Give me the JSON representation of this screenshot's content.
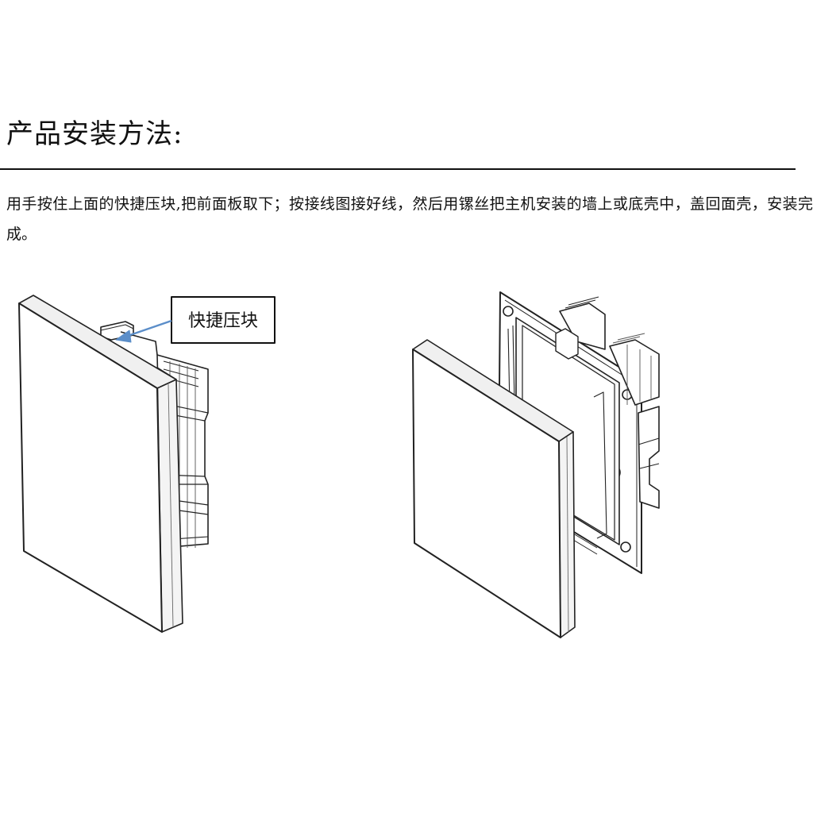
{
  "heading": "产品安装方法:",
  "instructions": "用手按住上面的快捷压块,把前面板取下；按接线图接好线，然后用镙丝把主机安装的墙上或底壳中，盖回面壳，安装完成。",
  "figure": {
    "callout_label": "快捷压块",
    "arrow_color": "#5b8ec9"
  }
}
